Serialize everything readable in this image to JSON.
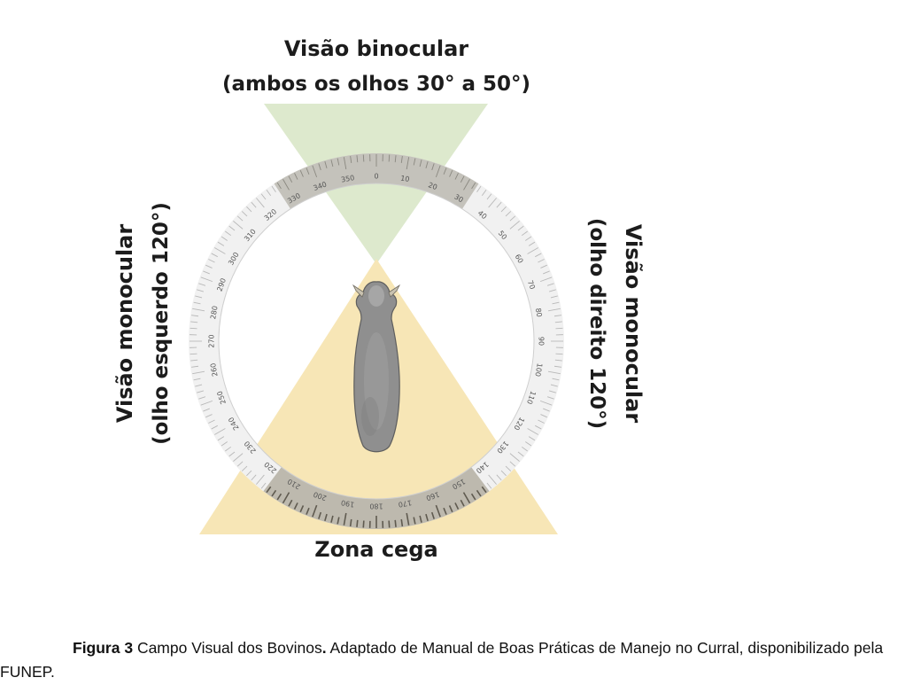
{
  "diagram": {
    "label_binocular_title": "Visão binocular",
    "label_binocular_sub": "(ambos os olhos 30° a 50°)",
    "label_left_title": "Visão monocular",
    "label_left_sub": "(olho esquerdo 120°)",
    "label_right_title": "Visão monocular",
    "label_right_sub": "(olho direito 120°)",
    "label_blind": "Zona cega",
    "dial_labels": [
      "350",
      "0",
      "10",
      "20",
      "30",
      "40",
      "50",
      "60",
      "70",
      "80",
      "90",
      "100",
      "110",
      "120",
      "130",
      "140",
      "150",
      "160",
      "170",
      "180",
      "190",
      "200",
      "210",
      "220",
      "230",
      "240",
      "250",
      "260",
      "270",
      "280",
      "290",
      "300",
      "310",
      "320",
      "330",
      "340"
    ],
    "colors": {
      "binocular_zone": "#dde9cd",
      "blind_zone": "#f7e6b6",
      "dial_dark": "#7a7468",
      "dial_light": "#d9d9d9",
      "animal": "#8f8f8f"
    }
  },
  "caption": {
    "figure_label": "Figura 3",
    "text_part1": " Campo Visual dos Bovinos",
    "separator": ".",
    "text_part2": " Adaptado de Manual de Boas Práticas de Manejo no Curral, disponibilizado pela FUNEP."
  }
}
